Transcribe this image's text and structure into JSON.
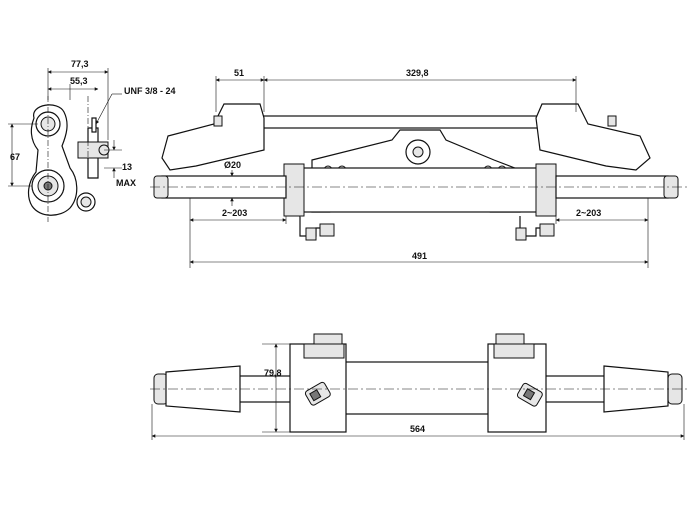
{
  "dimensions": {
    "side_width": "77,3",
    "side_offset": "55,3",
    "thread": "UNF 3/8 - 24",
    "side_height": "67",
    "max_value": "13",
    "max_label": "MAX",
    "top_left_offset": "51",
    "top_span": "329,8",
    "rod_diameter": "Ø20",
    "stroke_left": "2~203",
    "stroke_right": "2~203",
    "overall_top": "491",
    "body_height": "79,8",
    "overall_bottom": "564"
  }
}
